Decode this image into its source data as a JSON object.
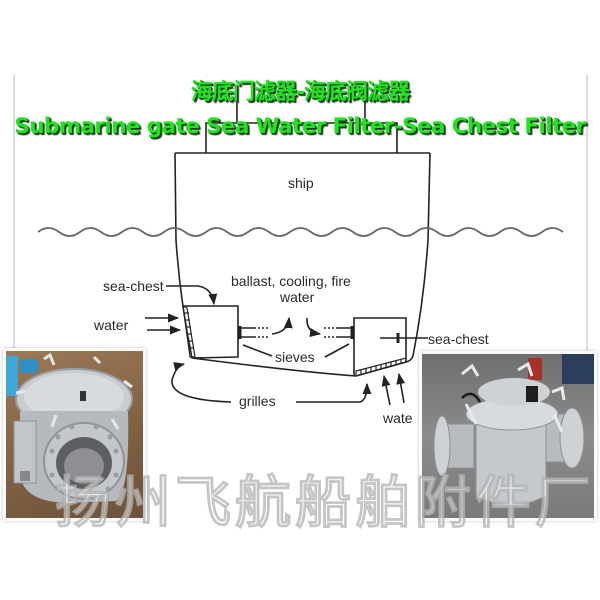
{
  "titles": {
    "chinese": "海底门滤器-海底阀滤器",
    "english": "Submarine gate Sea Water Filter-Sea Chest Filter",
    "color": "#1ee41e"
  },
  "diagram": {
    "labels": {
      "ship": "ship",
      "sea_chest_left": "sea-chest",
      "sea_chest_right": "sea-chest",
      "water_left": "water",
      "water_right": "wate",
      "ballast_line1": "ballast, cooling, fire",
      "ballast_line2": "water",
      "sieves": "sieves",
      "grilles": "grilles"
    },
    "line_color": "#222222",
    "wave_color": "#666666"
  },
  "photos": {
    "left": {
      "subject": "sea-chest-filter-photo-flanged-basket",
      "background": "#8a6a4a"
    },
    "right": {
      "subject": "sea-chest-filter-photo-cylindrical",
      "background": "#7c7c7c"
    }
  },
  "watermark": "扬州飞航船舶附件厂"
}
